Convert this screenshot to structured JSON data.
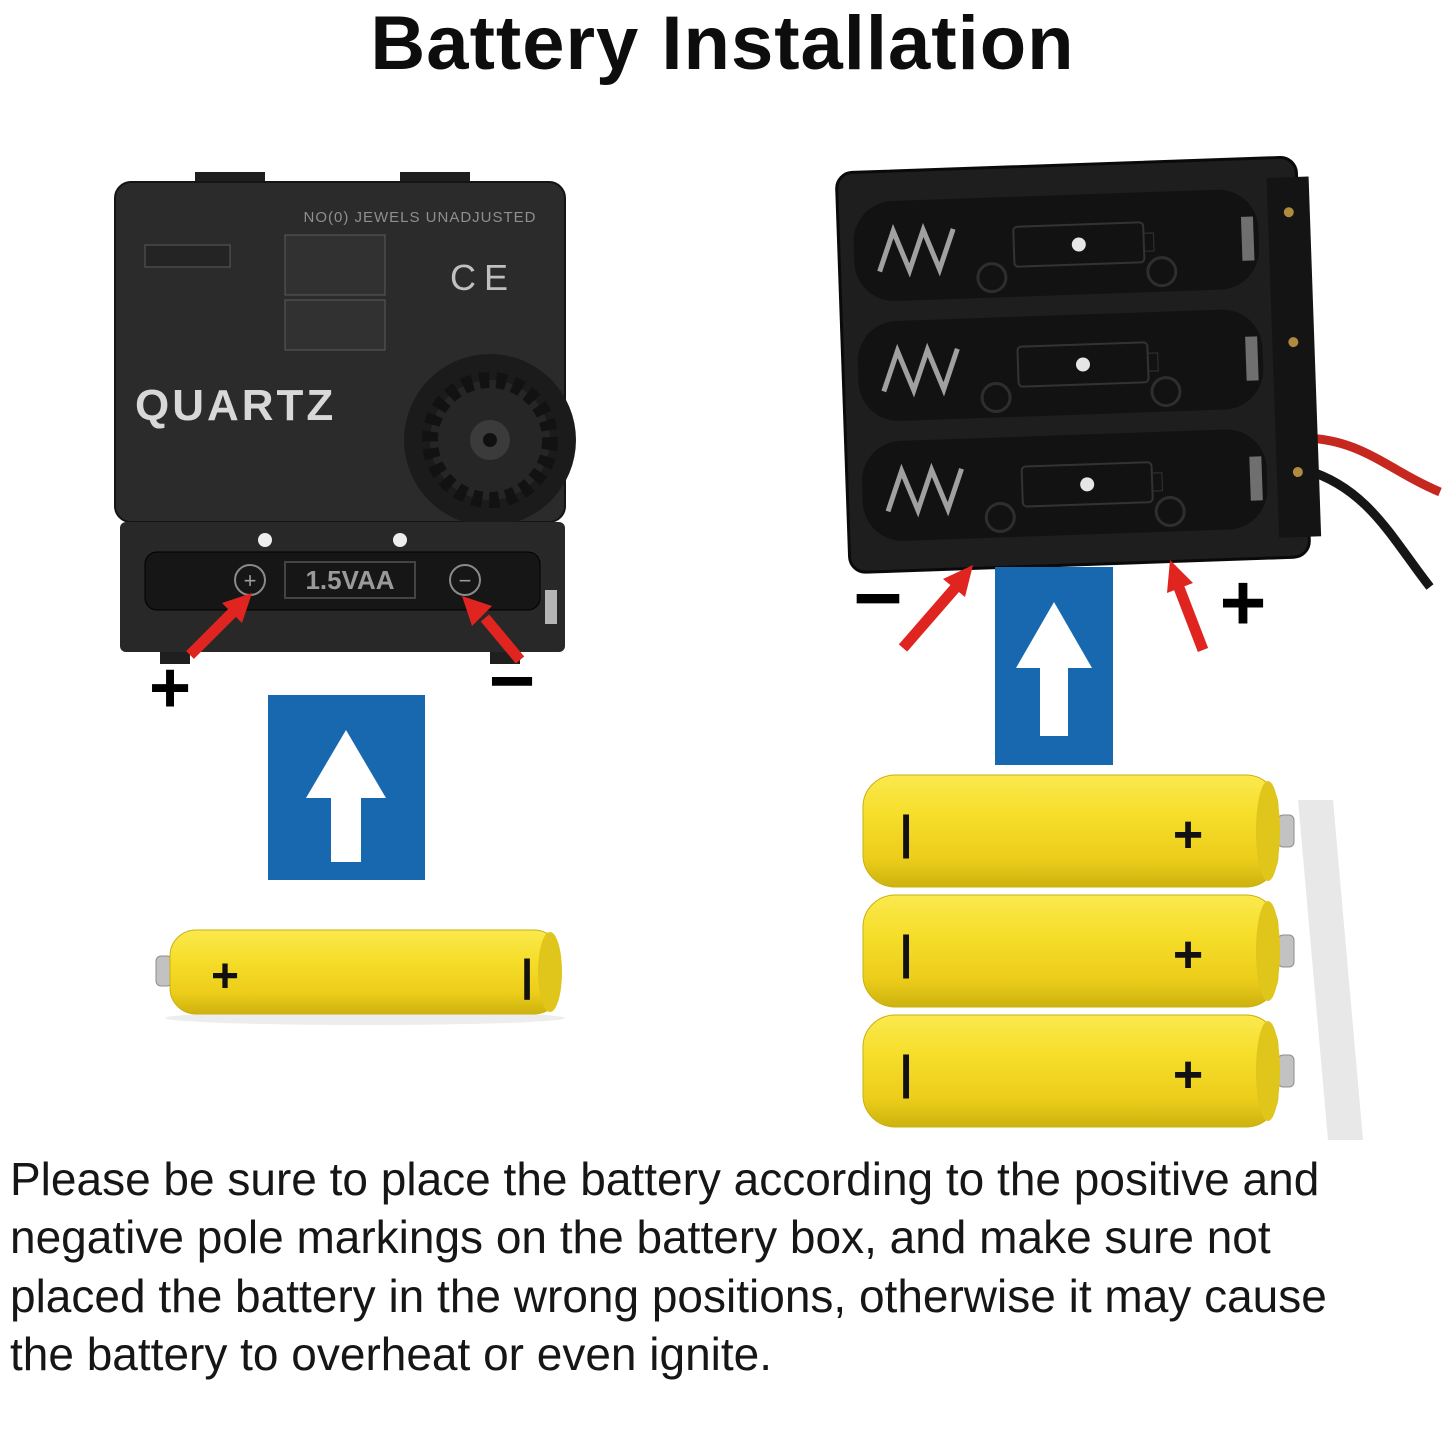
{
  "title": "Battery Installation",
  "left_unit": {
    "movement": {
      "top_label": "NO(0) JEWELS UNADJUSTED",
      "brand": "QUARTZ",
      "cert_mark": "CE",
      "slot_plus": "+",
      "slot_label": "1.5VAA",
      "slot_minus": "−"
    },
    "plus_label": "+",
    "minus_label": "−",
    "battery": {
      "plus_mark": "+",
      "minus_mark": "|"
    }
  },
  "right_unit": {
    "minus_label": "−",
    "plus_label": "+",
    "batteries": [
      {
        "minus_mark": "|",
        "plus_mark": "+"
      },
      {
        "minus_mark": "|",
        "plus_mark": "+"
      },
      {
        "minus_mark": "|",
        "plus_mark": "+"
      }
    ]
  },
  "caption": "Please be sure to place the battery according to the positive and negative pole markings on the battery box, and make sure  not placed the battery in the wrong positions, otherwise it may cause the battery to overheat or even ignite.",
  "colors": {
    "arrow_red": "#e02420",
    "arrow_blue": "#1868af",
    "battery_yellow": "#f3d925"
  }
}
